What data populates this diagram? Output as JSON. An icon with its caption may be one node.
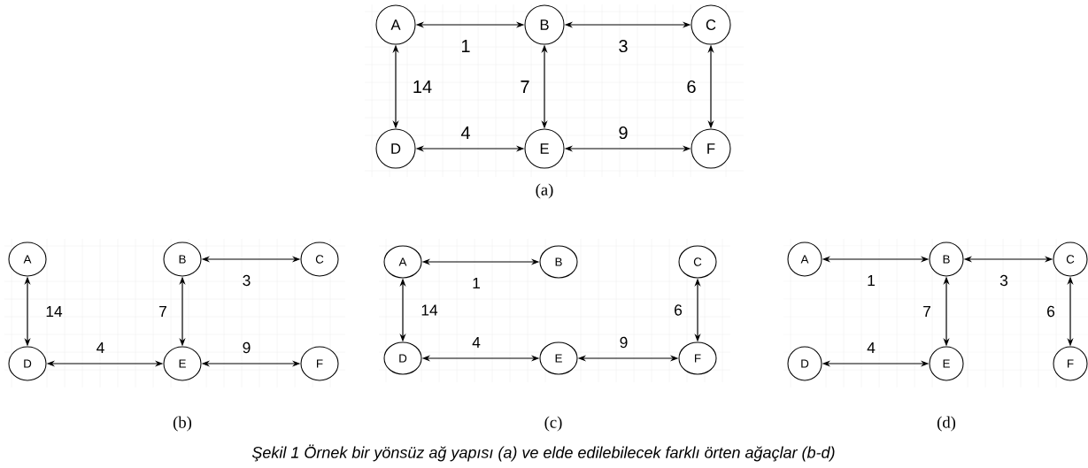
{
  "diagram": {
    "caption": "Şekil 1 Örnek bir yönsüz ağ yapısı (a) ve elde edilebilecek farklı örten ağaçlar (b-d)",
    "nodes": [
      {
        "text": [
          "A"
        ]
      },
      {
        "text": [
          "B"
        ]
      },
      {
        "text": [
          "C"
        ]
      },
      {
        "text": [
          "D"
        ]
      },
      {
        "text": [
          "E"
        ]
      },
      {
        "text": [
          "F"
        ]
      },
      {
        "text": [
          "A"
        ]
      },
      {
        "text": [
          "B"
        ]
      },
      {
        "text": [
          "C"
        ]
      },
      {
        "text": [
          "D"
        ]
      },
      {
        "text": [
          "E"
        ]
      },
      {
        "text": [
          "F"
        ]
      },
      {
        "text": [
          "A"
        ]
      },
      {
        "text": [
          "B"
        ]
      },
      {
        "text": [
          "C"
        ]
      },
      {
        "text": [
          "D"
        ]
      },
      {
        "text": [
          "E"
        ]
      },
      {
        "text": [
          "F"
        ]
      },
      {
        "text": [
          "A"
        ]
      },
      {
        "text": [
          "B"
        ]
      },
      {
        "text": [
          "C"
        ]
      },
      {
        "text": [
          "D"
        ]
      },
      {
        "text": [
          "E"
        ]
      },
      {
        "text": [
          "F"
        ]
      }
    ],
    "edges": [
      {
        "from": 0,
        "to": 1,
        "arrow": "both",
        "label": "1"
      },
      {
        "from": 1,
        "to": 2,
        "arrow": "both",
        "label": "3"
      },
      {
        "from": 0,
        "to": 3,
        "arrow": "both",
        "label": "14"
      },
      {
        "from": 1,
        "to": 4,
        "arrow": "both",
        "label": "7"
      },
      {
        "from": 2,
        "to": 5,
        "arrow": "both",
        "label": "6"
      },
      {
        "from": 3,
        "to": 4,
        "arrow": "both",
        "label": "4"
      },
      {
        "from": 4,
        "to": 5,
        "arrow": "both",
        "label": "9"
      },
      {
        "from": 6,
        "to": 9,
        "arrow": "both",
        "label": "14"
      },
      {
        "from": 7,
        "to": 8,
        "arrow": "both",
        "label": "3"
      },
      {
        "from": 7,
        "to": 10,
        "arrow": "both",
        "label": "7"
      },
      {
        "from": 9,
        "to": 10,
        "arrow": "both",
        "label": "4"
      },
      {
        "from": 10,
        "to": 11,
        "arrow": "both",
        "label": "9"
      },
      {
        "from": 12,
        "to": 13,
        "arrow": "both",
        "label": "1"
      },
      {
        "from": 12,
        "to": 15,
        "arrow": "both",
        "label": "14"
      },
      {
        "from": 14,
        "to": 17,
        "arrow": "both",
        "label": "6"
      },
      {
        "from": 15,
        "to": 16,
        "arrow": "both",
        "label": "4"
      },
      {
        "from": 16,
        "to": 17,
        "arrow": "both",
        "label": "9"
      },
      {
        "from": 18,
        "to": 19,
        "arrow": "both",
        "label": "1"
      },
      {
        "from": 19,
        "to": 20,
        "arrow": "both",
        "label": "3"
      },
      {
        "from": 19,
        "to": 22,
        "arrow": "both",
        "label": "7"
      },
      {
        "from": 20,
        "to": 23,
        "arrow": "both",
        "label": "6"
      },
      {
        "from": 21,
        "to": 22,
        "arrow": "both",
        "label": "4"
      }
    ],
    "labels": [
      "(a)",
      "(b)",
      "(c)",
      "(d)"
    ]
  }
}
